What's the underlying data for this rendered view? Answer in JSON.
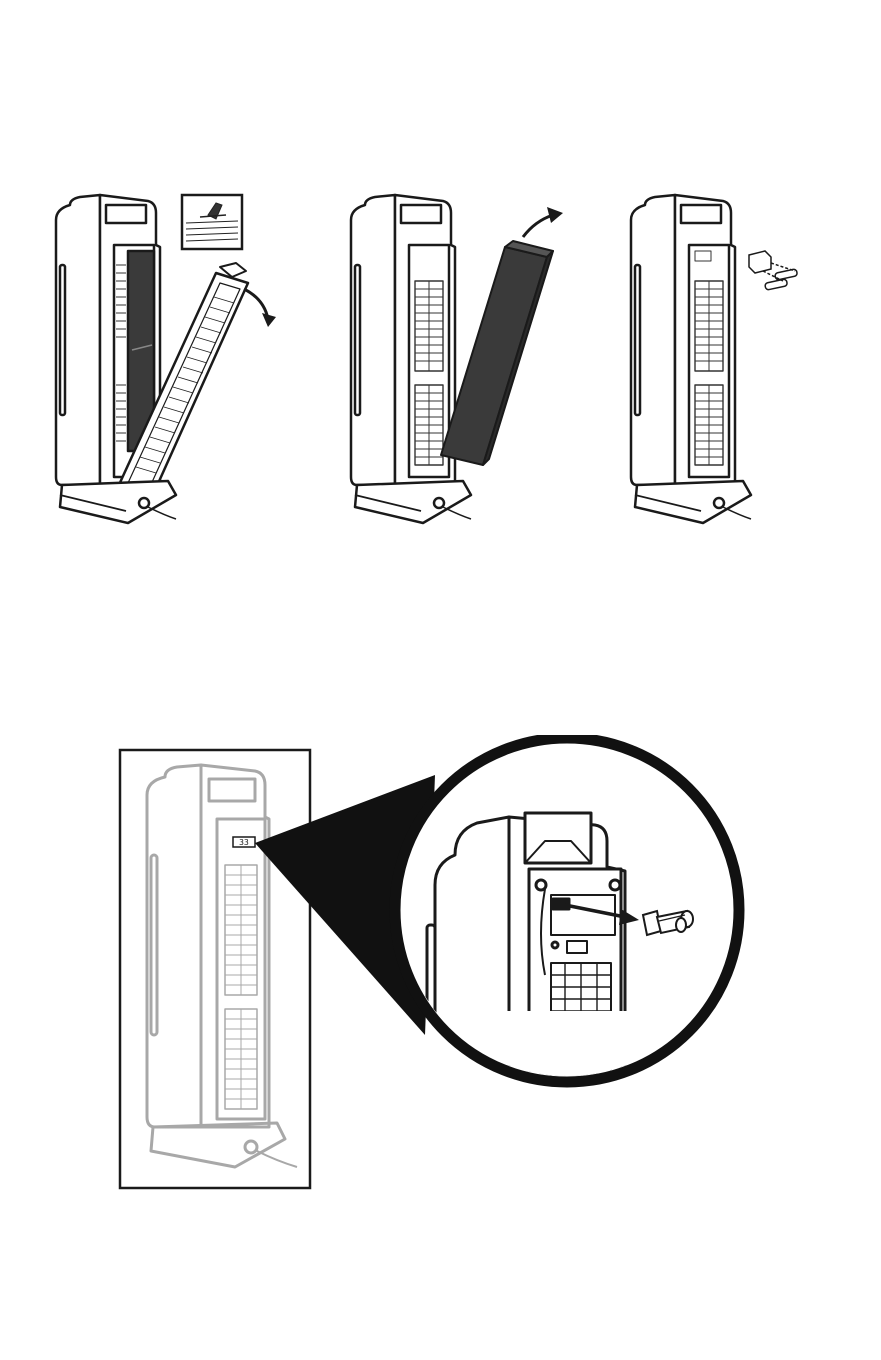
{
  "figures": {
    "step1": {
      "action": "open-filter-door"
    },
    "step2": {
      "action": "remove-carbon-filter"
    },
    "step3": {
      "action": "remove-ionizer-module"
    },
    "detail": {
      "action": "pull-out-ionizer-cartridge",
      "label_text": "33"
    }
  },
  "colors": {
    "line": "#1a1a1a",
    "carbon": "#3a3a3a",
    "faded": "#a8a8a8",
    "lens": "#111111",
    "paper": "#ffffff"
  }
}
